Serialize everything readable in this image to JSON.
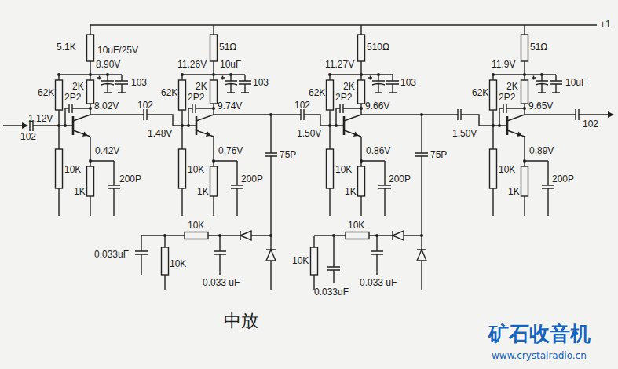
{
  "diagram": {
    "caption": "中放",
    "labels": [
      "5.1K",
      "8.90V",
      "10uF/25V",
      "103",
      "62K",
      "2K",
      "2P2",
      "8.02V",
      "1.12V",
      "102",
      "0.42V",
      "10K",
      "1K",
      "200P",
      "102",
      "1.48V",
      "11.26V",
      "51Ω",
      "10uF",
      "103",
      "62K",
      "2K",
      "2P2",
      "9.74V",
      "0.76V",
      "10K",
      "1K",
      "200P",
      "75P",
      "102",
      "510Ω",
      "11.27V",
      "103",
      "1.50V",
      "62K",
      "2K",
      "2P2",
      "9.66V",
      "0.86V",
      "10K",
      "1K",
      "200P",
      "75P",
      "51Ω",
      "+1",
      "11.9V",
      "10uF",
      "62K",
      "1.50V",
      "2P2",
      "2K",
      "9.65V",
      "0.89V",
      "102",
      "10K",
      "1K",
      "200P",
      "0.033uF",
      "10K",
      "10K",
      "0.033 uF",
      "10K",
      "10K",
      "0.033uF",
      "0.033 uF",
      "矿石收音机",
      "www.crystalradio.cn"
    ]
  }
}
